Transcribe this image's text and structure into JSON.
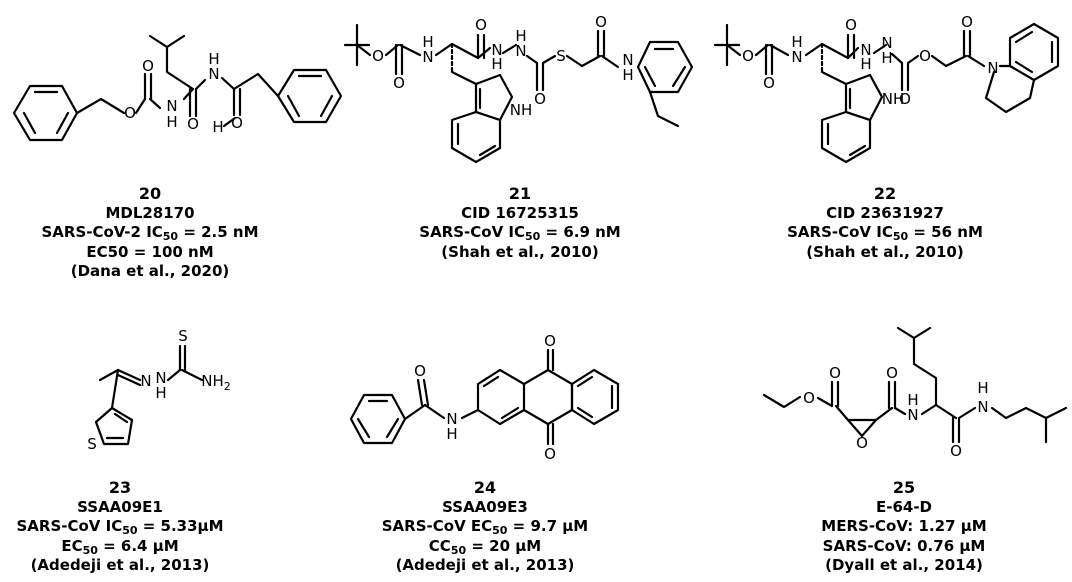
{
  "compounds": [
    {
      "number": "20",
      "name": "MDL28170",
      "lines": [
        {
          "pre": "SARS-CoV-2 IC",
          "sub": "50",
          "post": " = 2.5 nM"
        },
        {
          "pre": "EC50 = 100 nM",
          "sub": "",
          "post": ""
        }
      ],
      "ref": "(Dana et al., 2020)"
    },
    {
      "number": "21",
      "name": "CID 16725315",
      "lines": [
        {
          "pre": "SARS-CoV IC",
          "sub": "50",
          "post": " = 6.9 nM"
        }
      ],
      "ref": "(Shah et al., 2010)"
    },
    {
      "number": "22",
      "name": "CID 23631927",
      "lines": [
        {
          "pre": "SARS-CoV IC",
          "sub": "50",
          "post": " = 56 nM"
        }
      ],
      "ref": "(Shah et al., 2010)"
    },
    {
      "number": "23",
      "name": "SSAA09E1",
      "lines": [
        {
          "pre": "SARS-CoV IC",
          "sub": "50",
          "post": " = 5.33µM"
        },
        {
          "pre": "EC",
          "sub": "50",
          "post": " = 6.4 µM"
        }
      ],
      "ref": "(Adedeji et al., 2013)"
    },
    {
      "number": "24",
      "name": "SSAA09E3",
      "lines": [
        {
          "pre": "SARS-CoV EC",
          "sub": "50",
          "post": " = 9.7 µM"
        },
        {
          "pre": "CC",
          "sub": "50",
          "post": " = 20 µM"
        }
      ],
      "ref": "(Adedeji et al., 2013)"
    },
    {
      "number": "25",
      "name": "E-64-D",
      "lines": [
        {
          "pre": "MERS-CoV: 1.27 µM",
          "sub": "",
          "post": ""
        },
        {
          "pre": "SARS-CoV: 0.76 µM",
          "sub": "",
          "post": ""
        }
      ],
      "ref": "(Dyall et al., 2014)"
    }
  ],
  "atoms": {
    "o": "O",
    "n": "N",
    "h": "H",
    "s": "S",
    "nh": "NH",
    "nh2": "NH",
    "nh2_sub": "2"
  }
}
